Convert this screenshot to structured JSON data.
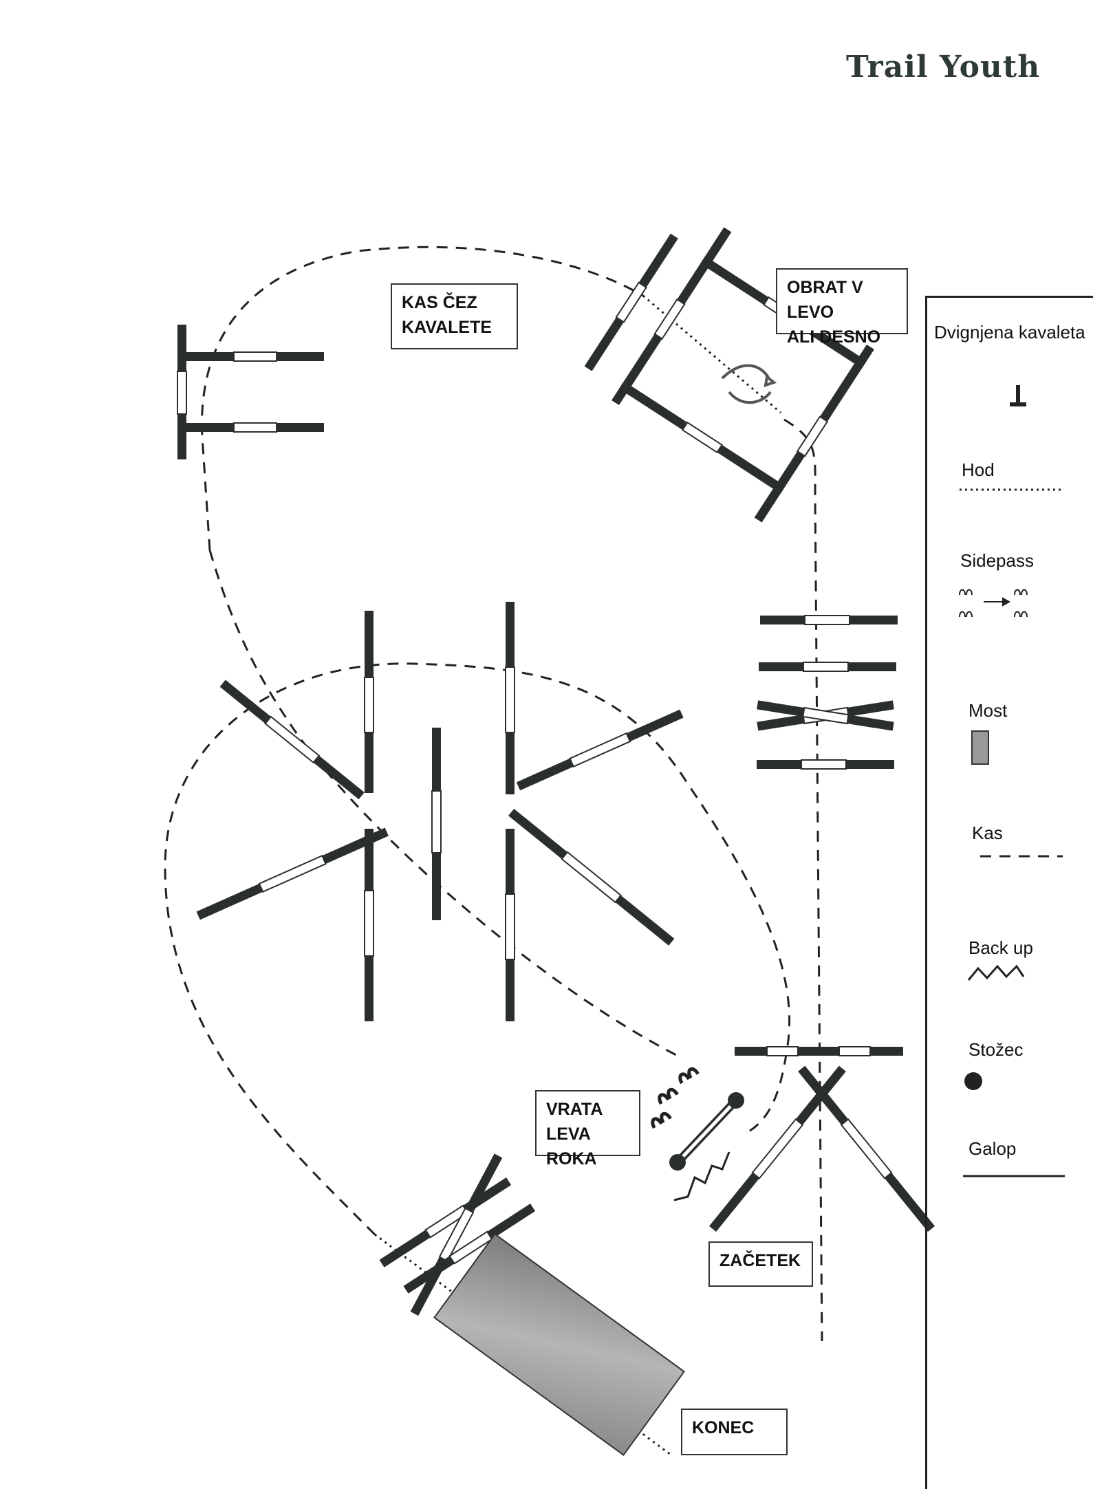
{
  "title": "Trail Youth",
  "labels": {
    "kas_cez_kavalete": "KAS ČEZ\nKAVALETE",
    "obrat": "OBRAT V LEVO\nALI DESNO",
    "vrata": "VRATA\nLEVA ROKA",
    "zacetek": "ZAČETEK",
    "konec": "KONEC"
  },
  "legend": {
    "items": [
      {
        "label": "Dvignjena kavaleta",
        "icon": "raised-cavaletti-icon"
      },
      {
        "label": "Hod",
        "icon": "dotted-line-icon"
      },
      {
        "label": "Sidepass",
        "icon": "hoofprints-arrow-icon"
      },
      {
        "label": "Most",
        "icon": "bridge-rectangle-icon"
      },
      {
        "label": "Kas",
        "icon": "dashed-line-icon"
      },
      {
        "label": "Back up",
        "icon": "zigzag-icon"
      },
      {
        "label": "Stožec",
        "icon": "cone-dot-icon"
      },
      {
        "label": "Galop",
        "icon": "solid-line-icon"
      }
    ]
  },
  "colors": {
    "pole_dark": "#2a2f2d",
    "pole_light": "#ffffff",
    "bridge": "#9a9a9a",
    "line": "#222222"
  }
}
